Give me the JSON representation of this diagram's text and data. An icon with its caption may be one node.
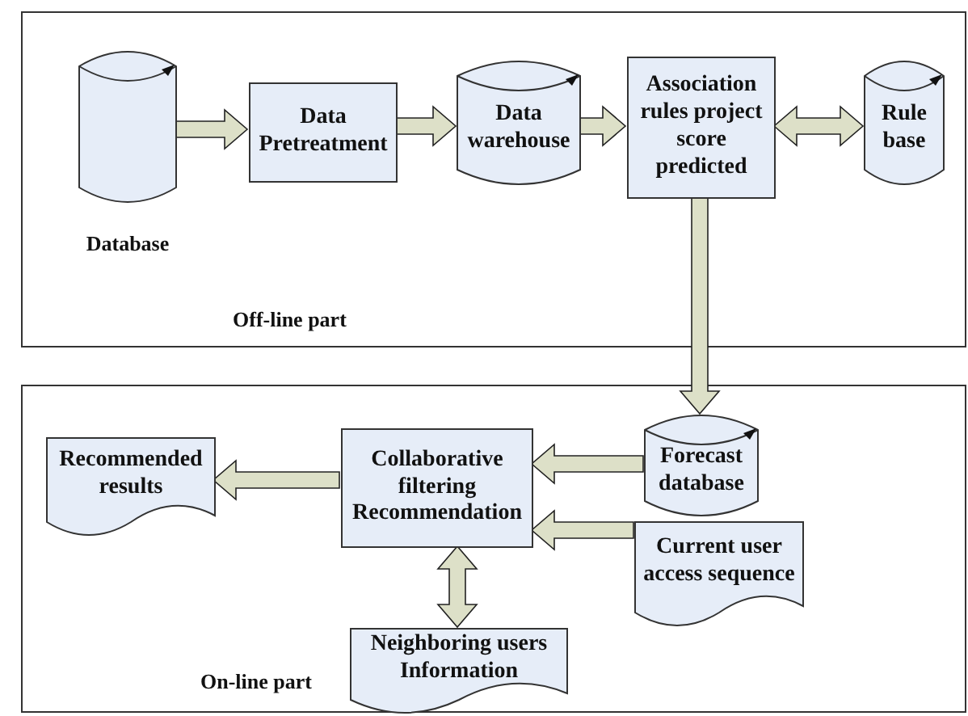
{
  "diagram": {
    "nodes": [
      {
        "text": [
          "Off-line part"
        ]
      },
      {
        "text": [],
        "shape": "cylinder",
        "beside": [
          "Database"
        ],
        "in": 0
      },
      {
        "text": [
          "Data Pretreatment"
        ],
        "in": 0
      },
      {
        "text": [
          "Data warehouse"
        ],
        "in": 0
      },
      {
        "text": [
          "Association rules project score predicted"
        ],
        "in": 0
      },
      {
        "text": [
          "Rule base"
        ],
        "in": 0
      },
      {
        "text": [
          "On-line part"
        ]
      },
      {
        "text": [
          "Forecast database"
        ],
        "in": 6
      },
      {
        "text": [
          "Collaborative filtering Recommendation"
        ],
        "in": 6
      },
      {
        "text": [
          "Recommended results"
        ],
        "in": 6
      },
      {
        "text": [
          "Current user access sequence"
        ],
        "in": 6
      },
      {
        "text": [
          "Neighboring users Information"
        ],
        "in": 6
      }
    ],
    "edges": [
      {
        "from": 1,
        "to": 2,
        "arrow": "to"
      },
      {
        "from": 2,
        "to": 3,
        "arrow": "to"
      },
      {
        "from": 3,
        "to": 4,
        "arrow": "to"
      },
      {
        "from": 4,
        "to": 5,
        "arrow": "both"
      },
      {
        "from": 4,
        "to": 7,
        "arrow": "to"
      },
      {
        "from": 7,
        "to": 8,
        "arrow": "to"
      },
      {
        "from": 8,
        "to": 9,
        "arrow": "to"
      },
      {
        "from": 10,
        "to": 8,
        "arrow": "to"
      },
      {
        "from": 8,
        "to": 11,
        "arrow": "both"
      }
    ]
  }
}
